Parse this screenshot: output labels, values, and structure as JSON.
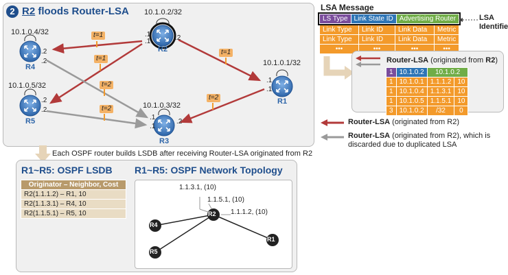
{
  "main_panel": {
    "step_number": "2",
    "title_router": "R2",
    "title_rest": "floods Router-LSA"
  },
  "routers": {
    "r1": {
      "name": "R1",
      "ip": "10.1.0.1/32"
    },
    "r2": {
      "name": "R2",
      "ip": "10.1.0.2/32"
    },
    "r3": {
      "name": "R3",
      "ip": "10.1.0.3/32"
    },
    "r4": {
      "name": "R4",
      "ip": "10.1.0.4/32"
    },
    "r5": {
      "name": "R5",
      "ip": "10.1.0.5/32"
    }
  },
  "ports": {
    "p1": ".1",
    "p2": ".2"
  },
  "time_badges": {
    "t1": "t=1",
    "t2": "t=2"
  },
  "lsa_message": {
    "title": "LSA Message",
    "identifier_label": "LSA Identifier",
    "header_row": [
      "LS Type",
      "Link State ID",
      "Advertising Router"
    ],
    "link_rows": [
      [
        "Link Type",
        "Link ID",
        "Link Data",
        "Metric"
      ],
      [
        "Link Type",
        "Link ID",
        "Link Data",
        "Metric"
      ],
      [
        "•••",
        "•••",
        "•••",
        "•••"
      ]
    ]
  },
  "router_lsa_box": {
    "label_bold": "Router-LSA",
    "label_rest": "(originated from",
    "label_router": "R2",
    "label_close": ")",
    "header_row": [
      "1",
      "10.1.0.2",
      "10.1.0.2"
    ],
    "rows": [
      [
        "1",
        "10.1.0.1",
        "1.1.1.2",
        "10"
      ],
      [
        "1",
        "10.1.0.4",
        "1.1.3.1",
        "10"
      ],
      [
        "1",
        "10.1.0.5",
        "1.1.5.1",
        "10"
      ],
      [
        "3",
        "10.1.0.2",
        "/32",
        "0"
      ]
    ]
  },
  "legend": {
    "red_bold": "Router-LSA",
    "red_rest": "(originated from R2)",
    "gray_bold": "Router-LSA",
    "gray_rest": "(originated from R2), which is",
    "gray_rest_2": "discarded due to duplicated LSA"
  },
  "caption": "Each OSPF router builds LSDB after receiving Router-LSA originated from R2",
  "lsdb_panel": {
    "title": "R1~R5: OSPF LSDB",
    "header": "Originator – Neighbor, Cost",
    "rows": [
      "R2(1.1.1.2) – R1, 10",
      "R2(1.1.3.1) – R4, 10",
      "R2(1.1.5.1) – R5, 10"
    ]
  },
  "topology_panel": {
    "title": "R1~R5: OSPF Network Topology",
    "nodes": [
      "R1",
      "R2",
      "R4",
      "R5"
    ],
    "link_labels": [
      "1.1.3.1, (10)",
      "1.1.5.1, (10)",
      "1.1.1.2, (10)"
    ]
  },
  "colors": {
    "red_arrow": "#b23a3a",
    "gray_arrow": "#9a9a9a",
    "router_blue": "#2c64a8",
    "title_blue": "#1f4e8c",
    "orange": "#f39a2b"
  }
}
